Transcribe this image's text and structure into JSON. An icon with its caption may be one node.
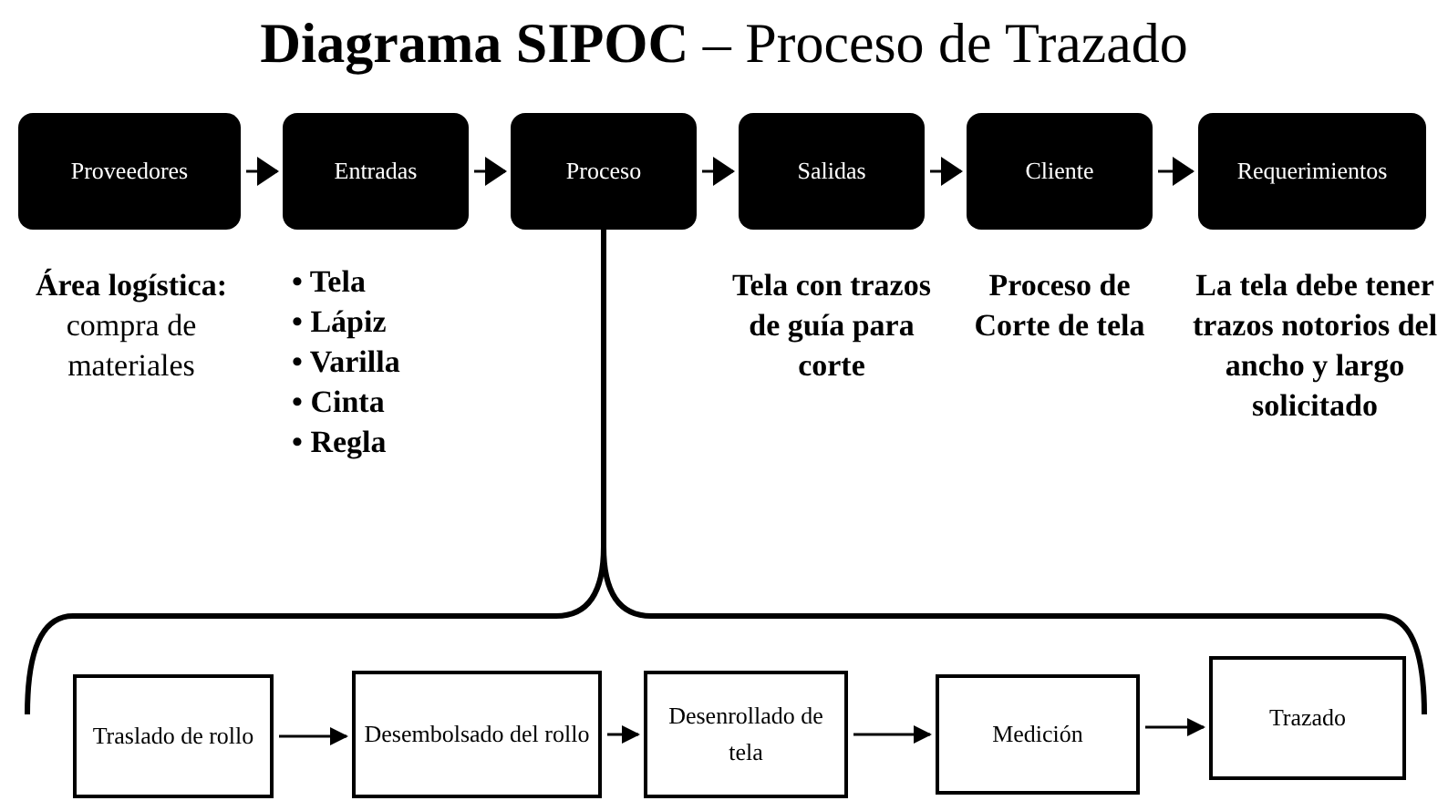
{
  "diagram": {
    "title": "**Diagrama SIPOC** – Proceso de Trazado",
    "nodes": [
      {
        "text": [
          "Proveedores"
        ],
        "beside": [
          "**Área logística:** compra de materiales"
        ]
      },
      {
        "text": [
          "Entradas"
        ],
        "beside": [
          "• Tela",
          "• Lápiz",
          "• Varilla",
          "• Cinta",
          "• Regla"
        ]
      },
      {
        "text": [
          "Proceso"
        ]
      },
      {
        "text": [
          "Salidas"
        ],
        "beside": [
          "Tela con trazos de guía para corte"
        ]
      },
      {
        "text": [
          "Cliente"
        ],
        "beside": [
          "Proceso de Corte de tela"
        ]
      },
      {
        "text": [
          "Requerimientos"
        ],
        "beside": [
          "La tela debe tener trazos notorios del ancho y largo solicitado"
        ]
      },
      {
        "text": [
          "Traslado de rollo"
        ]
      },
      {
        "text": [
          "Desembolsado del rollo"
        ]
      },
      {
        "text": [
          "Desenrollado de tela"
        ]
      },
      {
        "text": [
          "Medición"
        ]
      },
      {
        "text": [
          "Trazado"
        ]
      }
    ],
    "edges": [
      {
        "from": 0,
        "to": 1,
        "arrow": "to"
      },
      {
        "from": 1,
        "to": 2,
        "arrow": "to"
      },
      {
        "from": 2,
        "to": 3,
        "arrow": "to"
      },
      {
        "from": 3,
        "to": 4,
        "arrow": "to"
      },
      {
        "from": 4,
        "to": 5,
        "arrow": "to"
      },
      {
        "from": 6,
        "to": 7,
        "arrow": "to"
      },
      {
        "from": 7,
        "to": 8,
        "arrow": "to"
      },
      {
        "from": 8,
        "to": 9,
        "arrow": "to"
      },
      {
        "from": 9,
        "to": 10,
        "arrow": "to"
      }
    ]
  }
}
